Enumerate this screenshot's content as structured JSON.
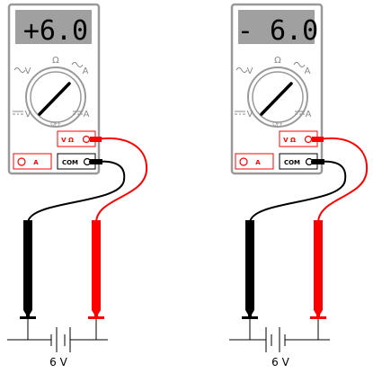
{
  "meters": [
    {
      "display": "+6.0",
      "dial_labels": {
        "ohm": "Ω",
        "ac_volts": "V",
        "ac_amps": "A",
        "dc_volts": "V",
        "dc_amps": "A",
        "off": "OFF"
      },
      "jacks": {
        "v_ohm": "V Ω",
        "com": "COM",
        "amps": "A"
      }
    },
    {
      "display": "- 6.0",
      "dial_labels": {
        "ohm": "Ω",
        "ac_volts": "V",
        "ac_amps": "A",
        "dc_volts": "V",
        "dc_amps": "A",
        "off": "OFF"
      },
      "jacks": {
        "v_ohm": "V Ω",
        "com": "COM",
        "amps": "A"
      }
    }
  ],
  "batteries": [
    {
      "label": "6 V"
    },
    {
      "label": "6 V"
    }
  ],
  "colors": {
    "meter_body": "#ffffff",
    "meter_outline": "#999999",
    "lcd_background": "#a0a0a0",
    "lcd_text": "#000000",
    "red_lead": "#ff0000",
    "black_lead": "#000000"
  }
}
